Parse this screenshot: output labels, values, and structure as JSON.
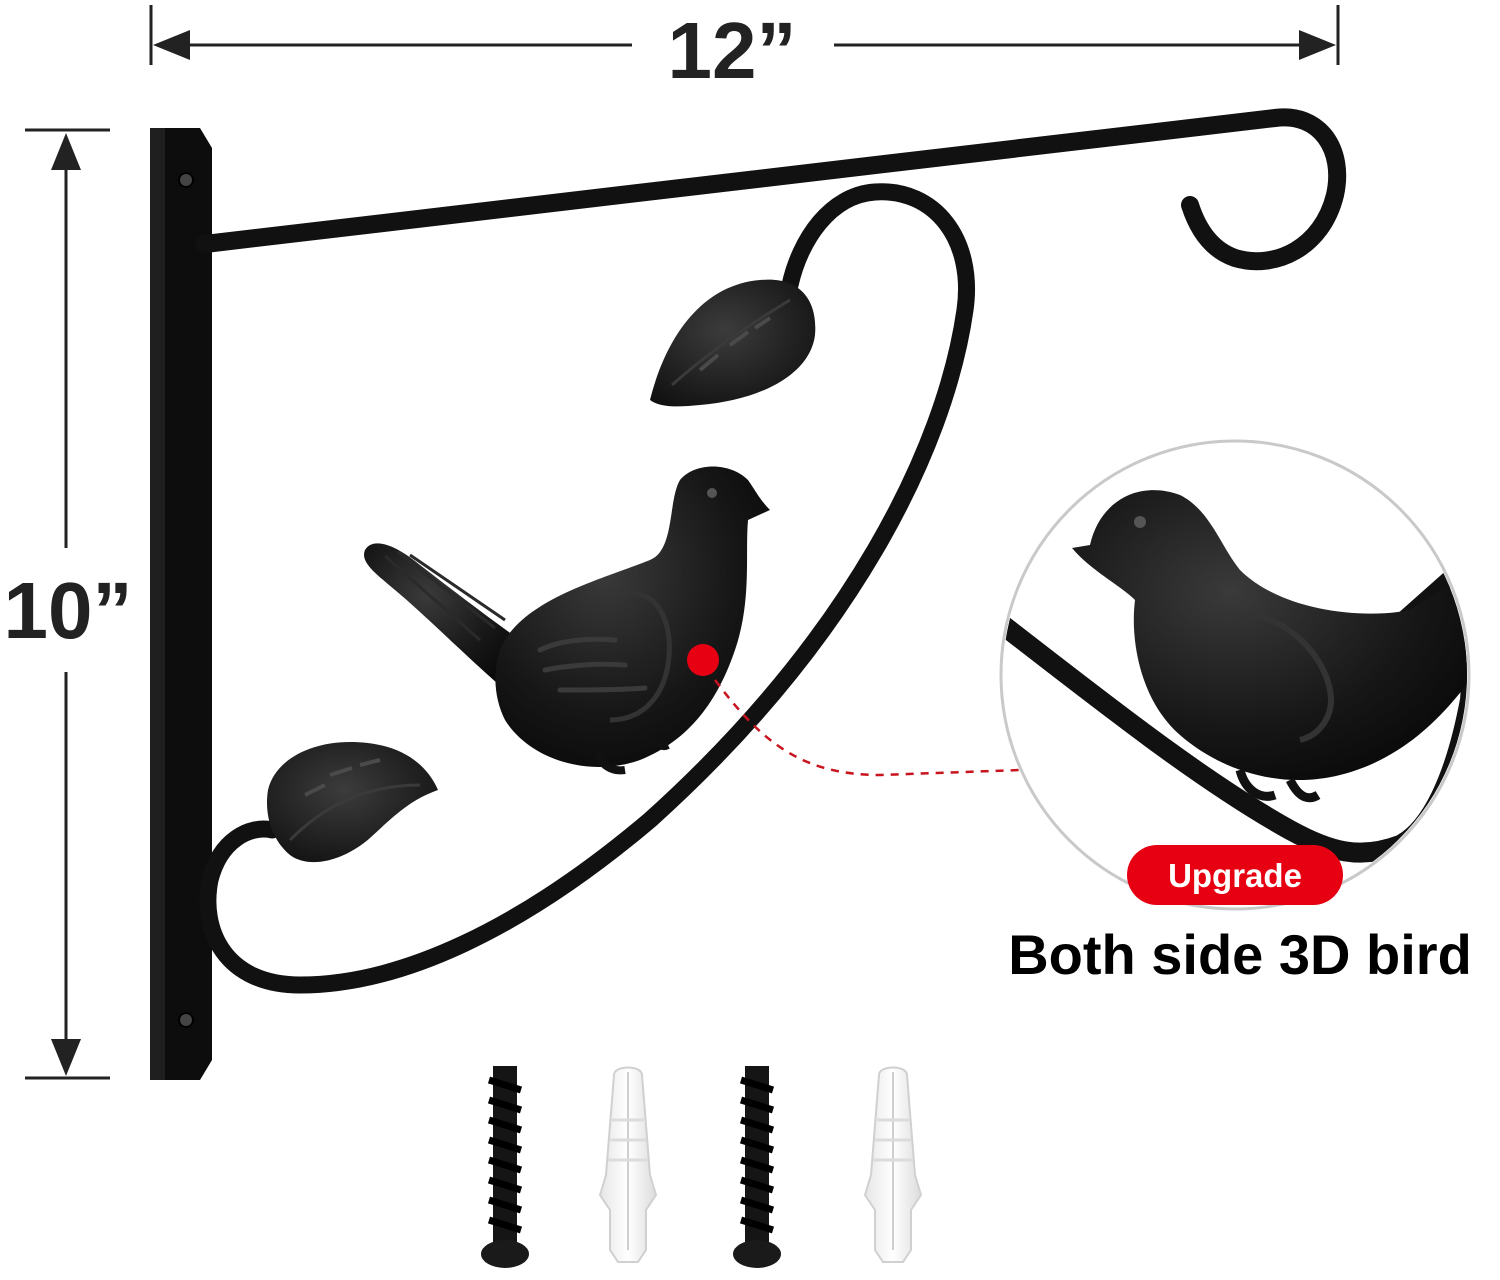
{
  "dimensions": {
    "width_label": "12”",
    "height_label": "10”"
  },
  "callout": {
    "badge": "Upgrade",
    "caption": "Both side 3D bird"
  },
  "hardware": {
    "screws": 2,
    "anchors": 2
  },
  "colors": {
    "iron": "#111111",
    "accent_red": "#e60012",
    "anchor_white": "#f2f2f2",
    "dimension_line": "#222222"
  }
}
